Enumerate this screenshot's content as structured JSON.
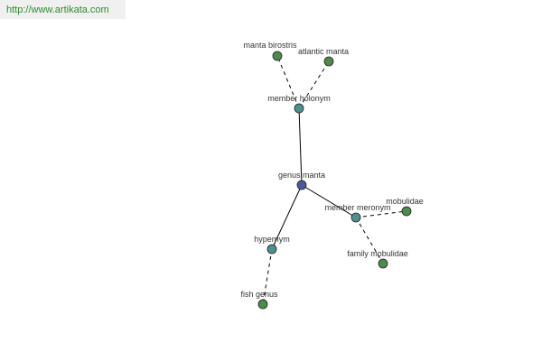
{
  "source_url": "http://www.artikata.com",
  "colors": {
    "center": "#4a5b9a",
    "relation": "#4e8f8f",
    "leaf": "#4d8a4d"
  },
  "graph": {
    "center": {
      "id": "genus-manta",
      "label": "genus manta",
      "kind": "center"
    },
    "relations": [
      {
        "id": "member-holonym",
        "label": "member holonym",
        "kind": "relation"
      },
      {
        "id": "member-meronym",
        "label": "member meronym",
        "kind": "relation"
      },
      {
        "id": "hypernym",
        "label": "hypernym",
        "kind": "relation"
      }
    ],
    "leaves": [
      {
        "id": "manta-birostris",
        "label": "manta birostris",
        "parent": "member-holonym"
      },
      {
        "id": "atlantic-manta",
        "label": "atlantic manta",
        "parent": "member-holonym"
      },
      {
        "id": "mobulidae",
        "label": "mobulidae",
        "parent": "member-meronym"
      },
      {
        "id": "family-mobulidae",
        "label": "family mobulidae",
        "parent": "member-meronym"
      },
      {
        "id": "fish-genus",
        "label": "fish genus",
        "parent": "hypernym"
      }
    ]
  }
}
